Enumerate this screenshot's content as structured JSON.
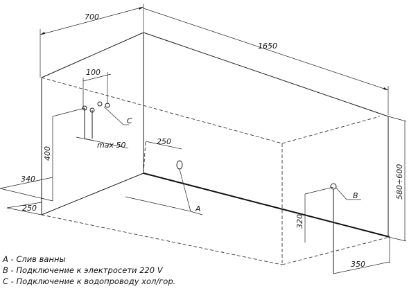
{
  "dimensions": {
    "width_700": "700",
    "length_1650": "1650",
    "offset_100": "100",
    "height_400": "400",
    "max_50": "max 50",
    "drain_250": "250",
    "side_340": "340",
    "side_250": "250",
    "height_580_600": "580÷600",
    "height_320": "320",
    "offset_350": "350"
  },
  "callouts": {
    "a": "A",
    "b": "B",
    "c": "C"
  },
  "legend": [
    "A - Слив ванны",
    "B - Подключение к электросети 220 V",
    "C - Подключение к водопроводу хол/гор."
  ]
}
